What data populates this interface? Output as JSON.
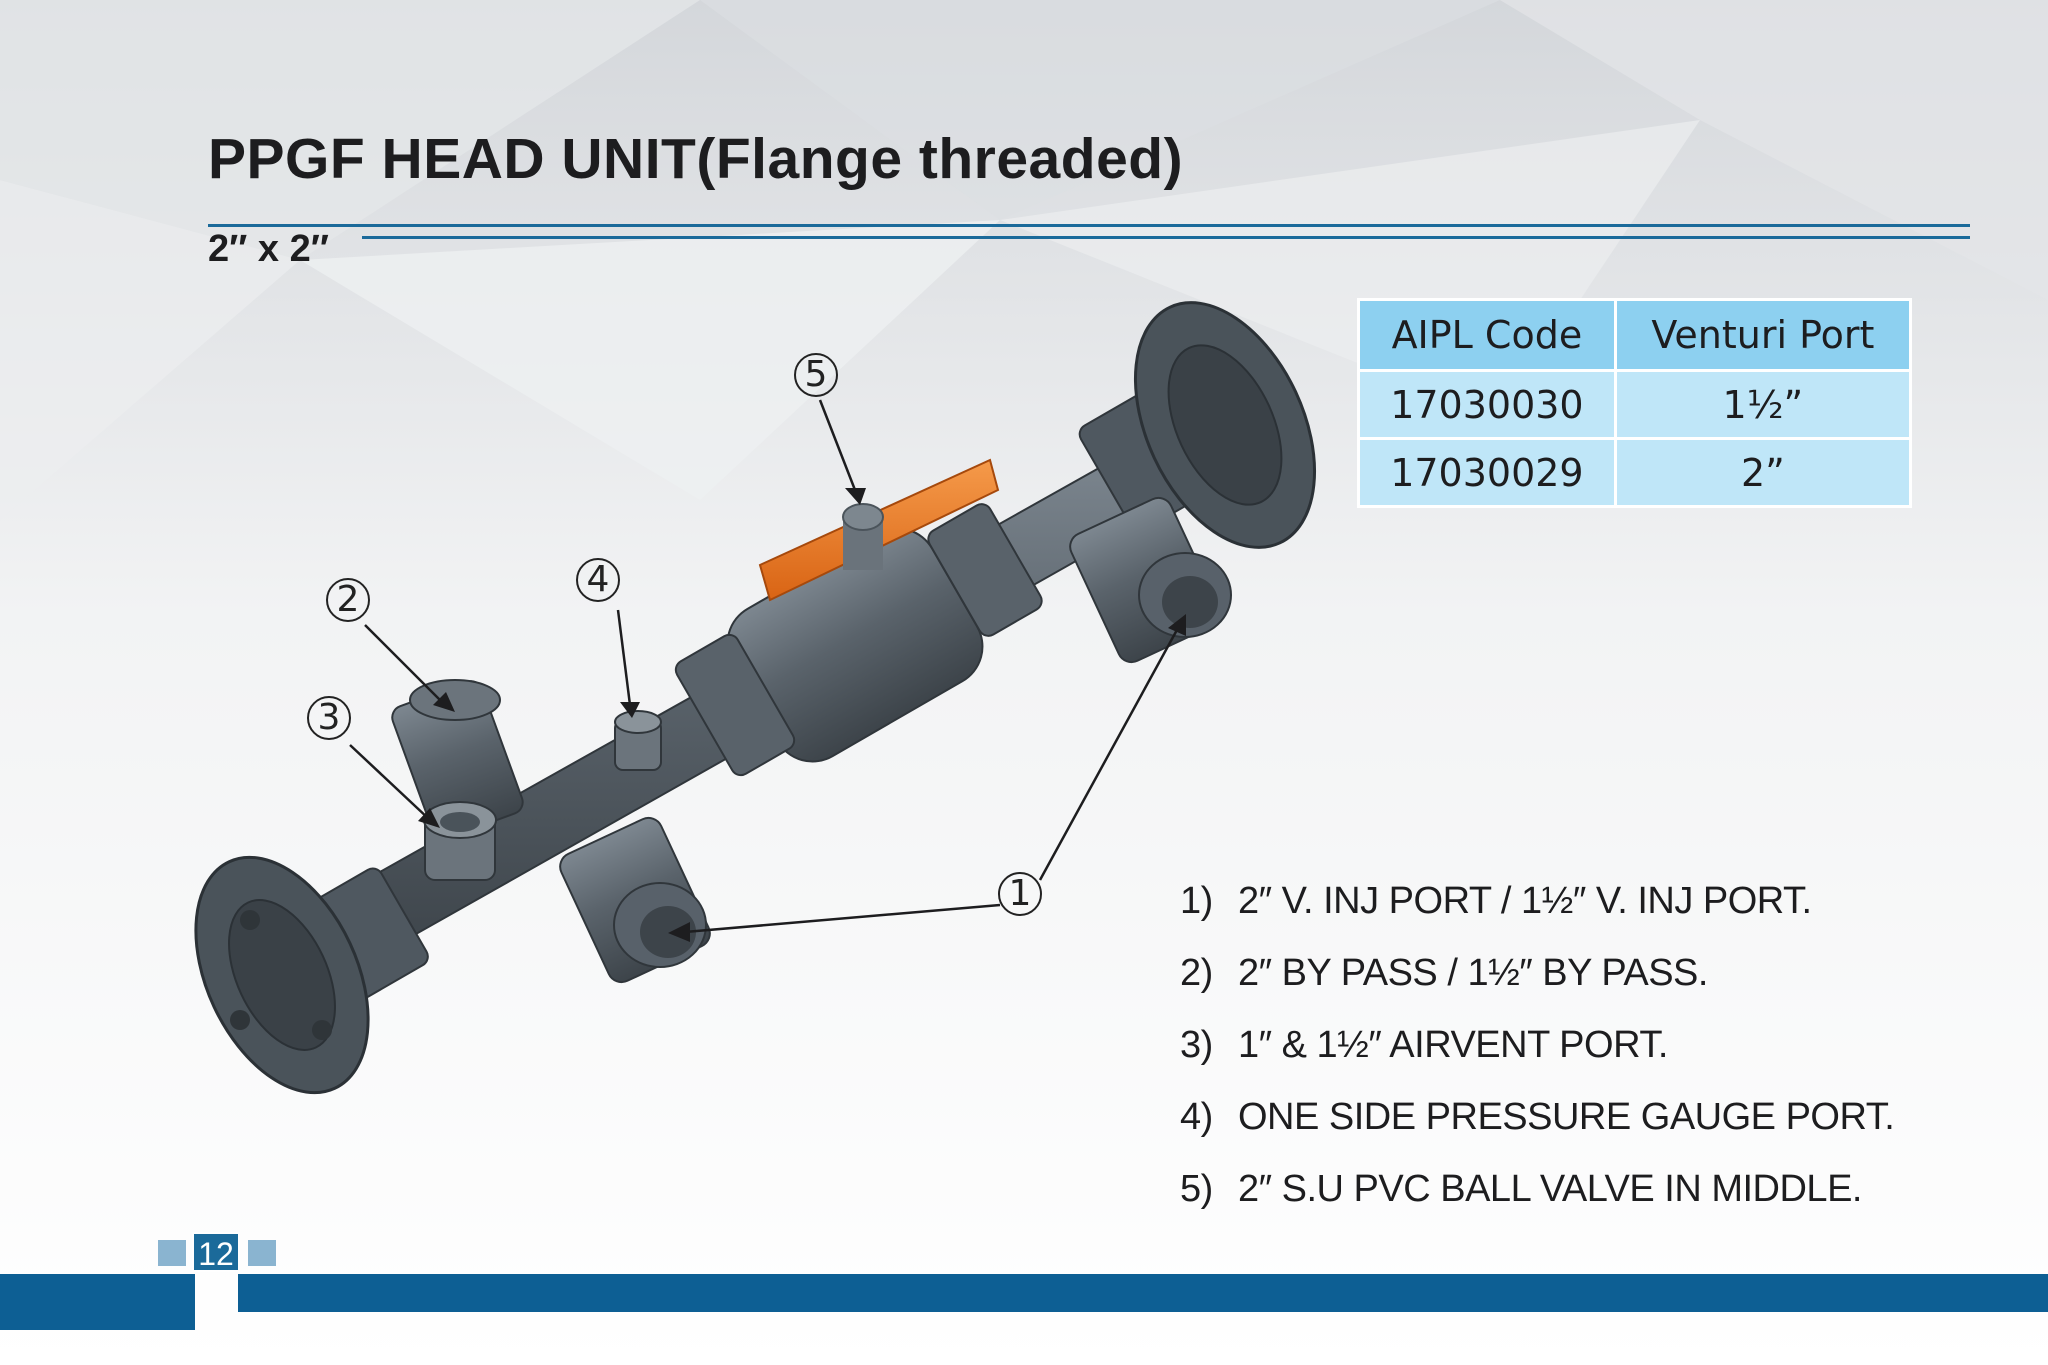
{
  "page": {
    "title": "PPGF HEAD UNIT(Flange threaded)",
    "subtitle": "2″ x 2″",
    "page_number": "12"
  },
  "table": {
    "headers": [
      "AIPL Code",
      "Venturi Port"
    ],
    "rows": [
      [
        "17030030",
        "1½”"
      ],
      [
        "17030029",
        "2”"
      ]
    ]
  },
  "features": [
    {
      "num": "1)",
      "text": "2″ V. INJ PORT / 1½″ V. INJ PORT."
    },
    {
      "num": "2)",
      "text": "2″ BY PASS / 1½″ BY PASS."
    },
    {
      "num": "3)",
      "text": "1″ & 1½″ AIRVENT  PORT."
    },
    {
      "num": "4)",
      "text": "ONE SIDE PRESSURE GAUGE PORT."
    },
    {
      "num": "5)",
      "text": "2″ S.U PVC BALL VALVE IN MIDDLE."
    }
  ],
  "callouts": [
    "1",
    "2",
    "3",
    "4",
    "5"
  ],
  "colors": {
    "accent_blue": "#0d5f94",
    "table_header": "#8dd0f0",
    "table_row": "#bfe6f8",
    "valve_handle": "#e8741c",
    "pipe_grey": "#5d6770"
  }
}
